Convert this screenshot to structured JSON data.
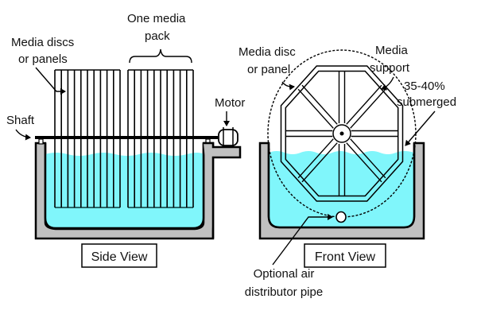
{
  "diagram": {
    "title": "Rotating biological contactor",
    "colors": {
      "water": "#80f6fb",
      "tank_wall": "#c0c0c0",
      "outline": "#000000",
      "background": "#ffffff"
    },
    "side_view": {
      "caption": "Side View",
      "labels": {
        "media_discs_line1": "Media discs",
        "media_discs_line2": "or panels",
        "media_pack_line1": "One media",
        "media_pack_line2": "pack",
        "shaft": "Shaft",
        "motor": "Motor"
      },
      "packs": 2,
      "discs_per_pack": 11
    },
    "front_view": {
      "caption": "Front View",
      "labels": {
        "media_disc_line1": "Media disc",
        "media_disc_line2": "or panel",
        "media_support_line1": "Media",
        "media_support_line2": "support",
        "submerged_line1": "35-40%",
        "submerged_line2": "submerged",
        "air_pipe_line1": "Optional air",
        "air_pipe_line2": "distributor pipe"
      },
      "submerged_fraction": "35-40%",
      "spokes": 8
    }
  }
}
